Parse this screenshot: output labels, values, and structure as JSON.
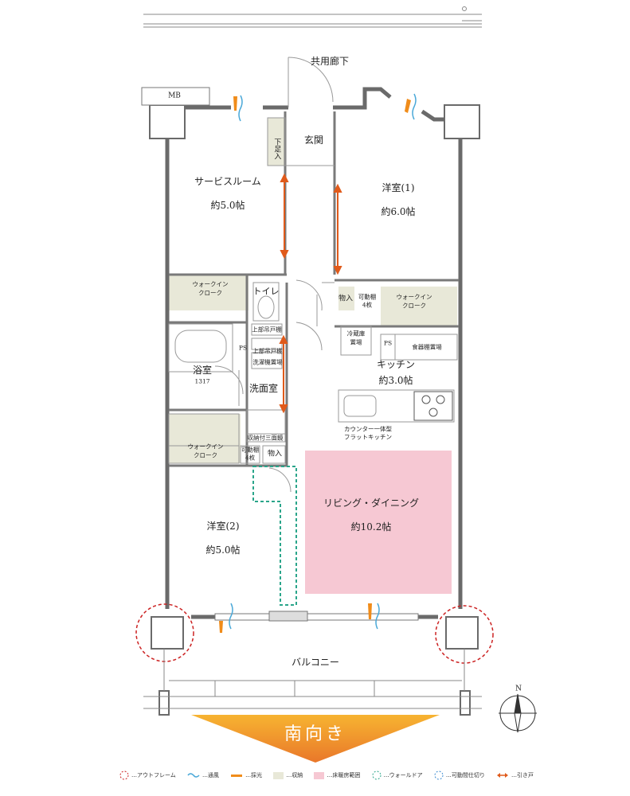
{
  "rooms": {
    "corridor": "共用廊下",
    "mb": "MB",
    "genkan": "玄関",
    "shoes": "下足入",
    "service_room": "サービスルーム",
    "service_room_size": "約5.0帖",
    "western1": "洋室(1)",
    "western1_size": "約6.0帖",
    "walkin_left_1": "ウォークイン",
    "walkin_left_2": "クローク",
    "toilet": "トイレ",
    "storage1": "物入",
    "adjustable_shelf_4a": "可動棚",
    "adjustable_shelf_4b": "4枚",
    "walkin_right_1": "ウォークイン",
    "walkin_right_2": "クローク",
    "upper_cabinet_toilet": "上部吊戸棚",
    "ps_left": "PS",
    "upper_cabinet_wash": "上部吊戸棚",
    "washer_space": "洗濯機置場",
    "bath": "浴室",
    "bath_size": "1317",
    "washroom": "洗面室",
    "fridge_1": "冷蔵庫",
    "fridge_2": "置場",
    "ps_right": "PS",
    "dish_shelf": "食器棚置場",
    "kitchen": "キッチン",
    "kitchen_size": "約3.0帖",
    "counter_1": "カウンター一体型",
    "counter_2": "フラットキッチン",
    "linen_cabinet": "収納付三面鏡",
    "walkin_bottom_1": "ウォークイン",
    "walkin_bottom_2": "クローク",
    "adjustable_shelf_4_b_1": "可動棚",
    "adjustable_shelf_4_b_2": "4枚",
    "storage2": "物入",
    "living": "リビング・ダイニング",
    "living_size": "約10.2帖",
    "western2": "洋室(2)",
    "western2_size": "約5.0帖",
    "balcony": "バルコニー",
    "compass_n": "N"
  },
  "orientation": "南向き",
  "legend": [
    {
      "label": "…アウトフレーム",
      "type": "outframe",
      "color": "#cc2222"
    },
    {
      "label": "…通風",
      "type": "wind",
      "color": "#4aa8d8"
    },
    {
      "label": "…採光",
      "type": "light",
      "color": "#f08c1a"
    },
    {
      "label": "…収納",
      "type": "storage",
      "color": "#e8e8d8"
    },
    {
      "label": "…床暖房範囲",
      "type": "floorheat",
      "color": "#f6c8d3"
    },
    {
      "label": "…ウォールドア",
      "type": "walldoor",
      "color": "#2aa58a"
    },
    {
      "label": "…可動間仕切り",
      "type": "partition",
      "color": "#3a8ad0"
    },
    {
      "label": "…引き戸",
      "type": "slide",
      "color": "#e05a1a"
    }
  ],
  "colors": {
    "wall": "#6a6a6a",
    "storage": "#e8e8d8",
    "floorheat": "#f6c8d3",
    "outframe": "#cc2222",
    "walldoor": "#2aa58a",
    "slide": "#e05a1a",
    "light": "#f08c1a",
    "wind": "#4aa8d8",
    "banner_top": "#f7b431",
    "banner_bottom": "#e9772a"
  }
}
